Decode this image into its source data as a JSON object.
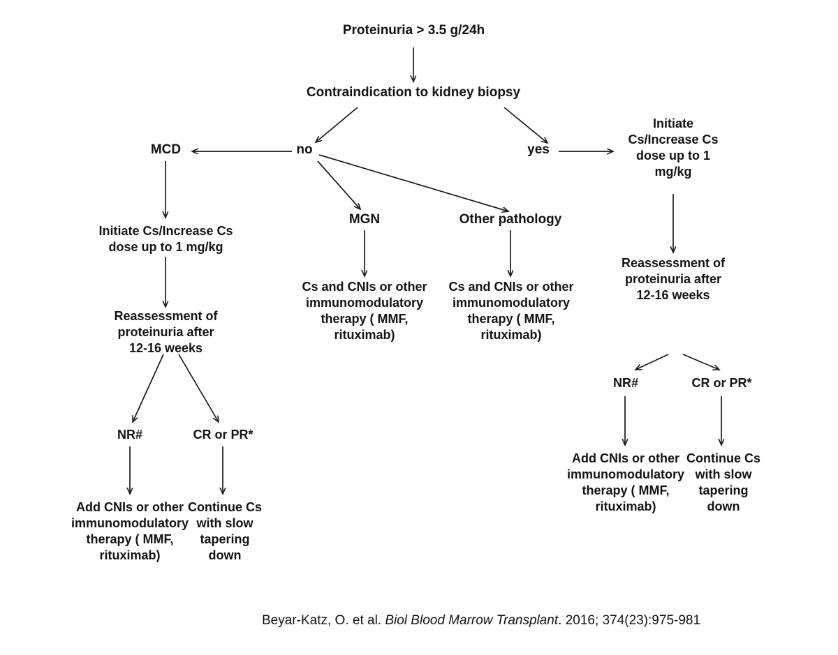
{
  "figure": {
    "type": "flowchart",
    "title_text": "Proteinuria > 3.5 g/24h",
    "background_color": "#ffffff",
    "text_color": "#131313",
    "line_color": "#1a1a1a"
  },
  "nodes": {
    "root": "Proteinuria > 3.5 g/24h",
    "decision": "Contraindication to kidney biopsy",
    "branch_no": "no",
    "branch_yes": "yes",
    "mcd": "MCD",
    "mgn": "MGN",
    "other_pathology": "Other pathology",
    "mcd_initiate": "Initiate Cs/Increase Cs\ndose up to 1 mg/kg",
    "mcd_reassess": "Reassessment of\nproteinuria after\n12-16 weeks",
    "mcd_nr": "NR#",
    "mcd_cr_pr": "CR or PR*",
    "mcd_nr_therapy": "Add CNIs or other\nimmunomodulatory\ntherapy ( MMF,\nrituximab)",
    "mcd_cr_therapy": "Continue Cs\nwith slow\ntapering\ndown",
    "mgn_therapy": "Cs and CNIs or other\nimmunomodulatory\ntherapy ( MMF,\nrituximab)",
    "other_therapy": "Cs and CNIs or other\nimmunomodulatory\ntherapy ( MMF,\nrituximab)",
    "yes_initiate": "Initiate\nCs/Increase Cs\ndose up to 1\nmg/kg",
    "yes_reassess": "Reassessment of\nproteinuria after\n12-16 weeks",
    "yes_nr": "NR#",
    "yes_cr_pr": "CR or PR*",
    "yes_nr_therapy": "Add CNIs or other\nimmunomodulatory\ntherapy ( MMF,\nrituximab)",
    "yes_cr_therapy": "Continue Cs\nwith slow\ntapering\ndown"
  },
  "credit": {
    "authors": "Beyar-Katz, O. et al. ",
    "journal": "Biol Blood Marrow Transplant",
    "details": ". 2016; 374(23):975-981"
  }
}
